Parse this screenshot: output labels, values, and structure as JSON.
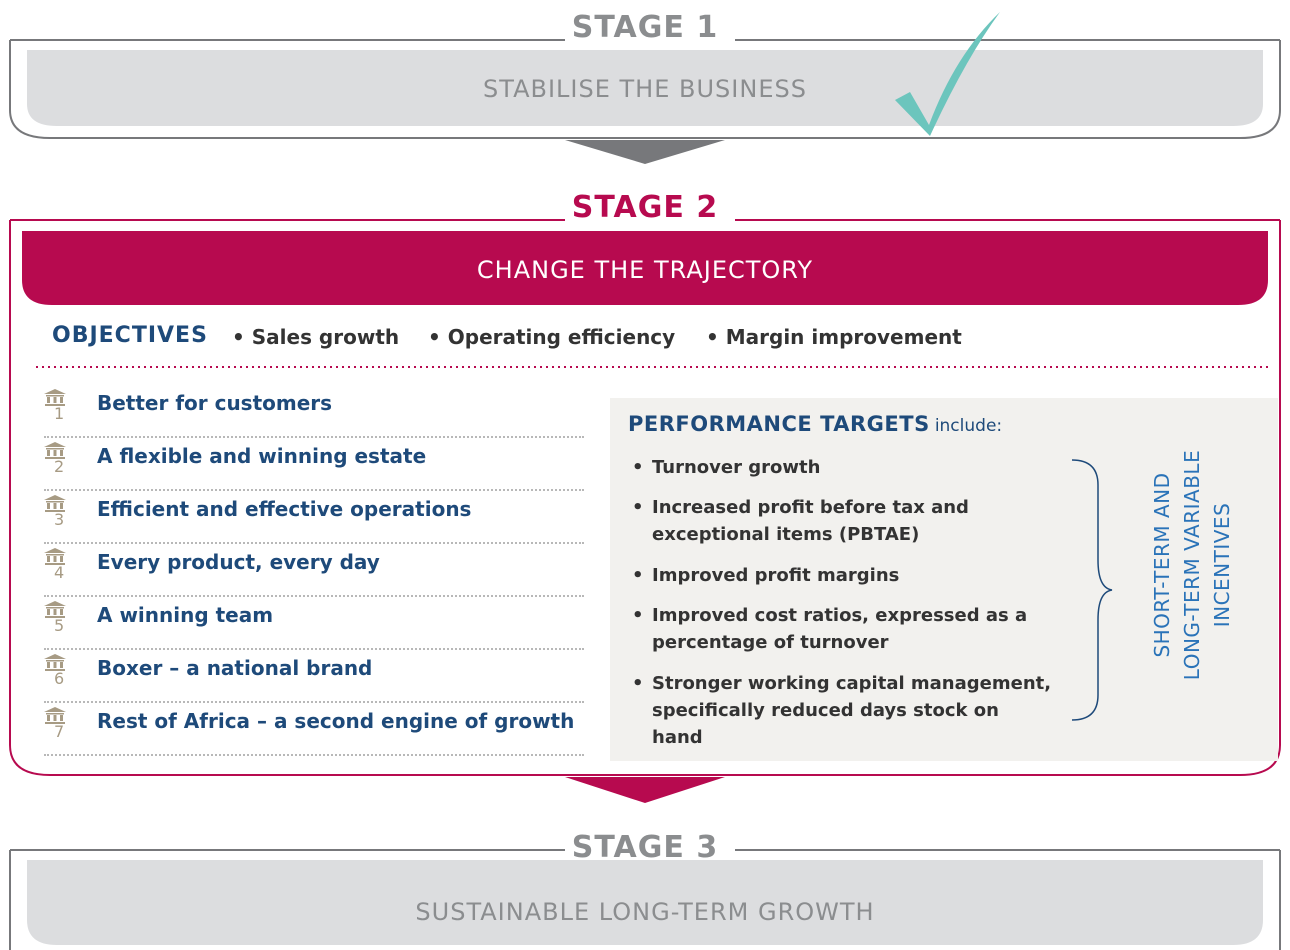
{
  "stage1": {
    "label": "STAGE 1",
    "band": "STABILISE THE BUSINESS",
    "status_icon": "checkmark-icon",
    "check_color": "#6cc5bd"
  },
  "stage2": {
    "label": "STAGE 2",
    "band": "CHANGE THE TRAJECTORY",
    "objectives_heading": "OBJECTIVES",
    "objectives": [
      "• Sales growth",
      "• Operating efficiency",
      "• Margin improvement"
    ],
    "pillar_icon": "pillar-building-icon",
    "pillars": [
      {
        "num": "1",
        "label": "Better for customers"
      },
      {
        "num": "2",
        "label": "A flexible and winning estate"
      },
      {
        "num": "3",
        "label": "Efficient and effective operations"
      },
      {
        "num": "4",
        "label": "Every product, every day"
      },
      {
        "num": "5",
        "label": "A winning team"
      },
      {
        "num": "6",
        "label": "Boxer – a national brand"
      },
      {
        "num": "7",
        "label": "Rest of Africa – a second engine of growth"
      }
    ],
    "targets_heading": "PERFORMANCE TARGETS",
    "targets_suffix": "include:",
    "targets": [
      "Turnover growth",
      "Increased profit before tax and exceptional items (PBTAE)",
      "Improved profit margins",
      "Improved cost ratios, expressed as a percentage of turnover",
      "Stronger working capital management, specifically reduced days stock on hand"
    ],
    "incentives_lines": [
      "SHORT-TERM AND",
      "LONG-TERM VARIABLE",
      "INCENTIVES"
    ]
  },
  "stage3": {
    "label": "STAGE 3",
    "band": "SUSTAINABLE LONG-TERM GROWTH"
  },
  "colors": {
    "crimson": "#b70a4f",
    "navy": "#1e4a7a",
    "grey_band": "#dcdddf",
    "grey_text": "#8b8d8f",
    "targets_bg": "#f2f1ee",
    "arrow_grey": "#77787b"
  }
}
